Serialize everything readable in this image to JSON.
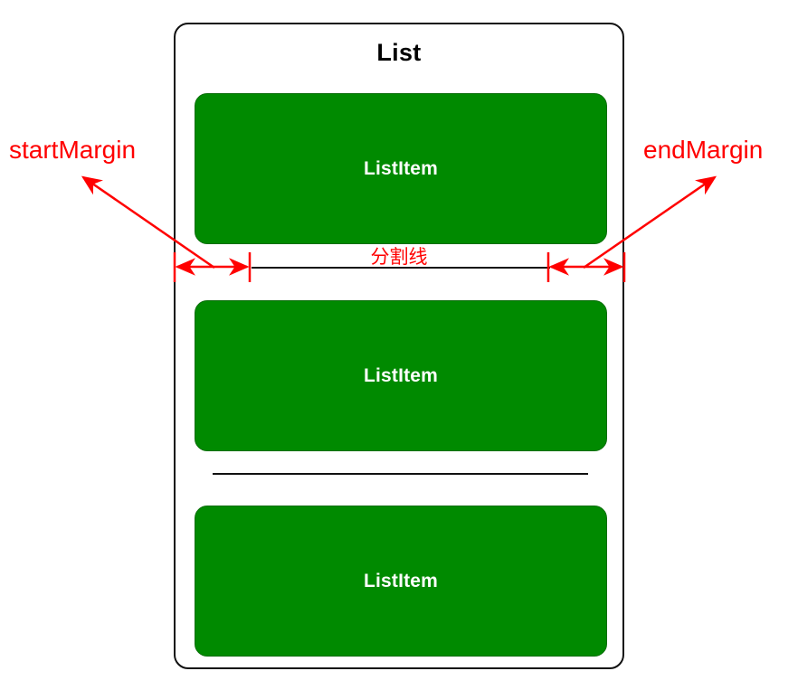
{
  "diagram": {
    "title": "List Component Margin Diagram",
    "colors": {
      "item_fill": "#008a00",
      "item_text": "#ffffff",
      "annotation": "#ff0000",
      "outline": "#111111",
      "background": "#ffffff"
    },
    "container": {
      "label": "List"
    },
    "items": [
      {
        "label": "ListItem"
      },
      {
        "label": "ListItem"
      },
      {
        "label": "ListItem"
      }
    ],
    "dividers": [
      {
        "label": "分割线",
        "annotated": true
      },
      {
        "label": "",
        "annotated": false
      }
    ],
    "annotations": [
      {
        "name": "start-margin",
        "label": "startMargin"
      },
      {
        "name": "end-margin",
        "label": "endMargin"
      }
    ]
  }
}
